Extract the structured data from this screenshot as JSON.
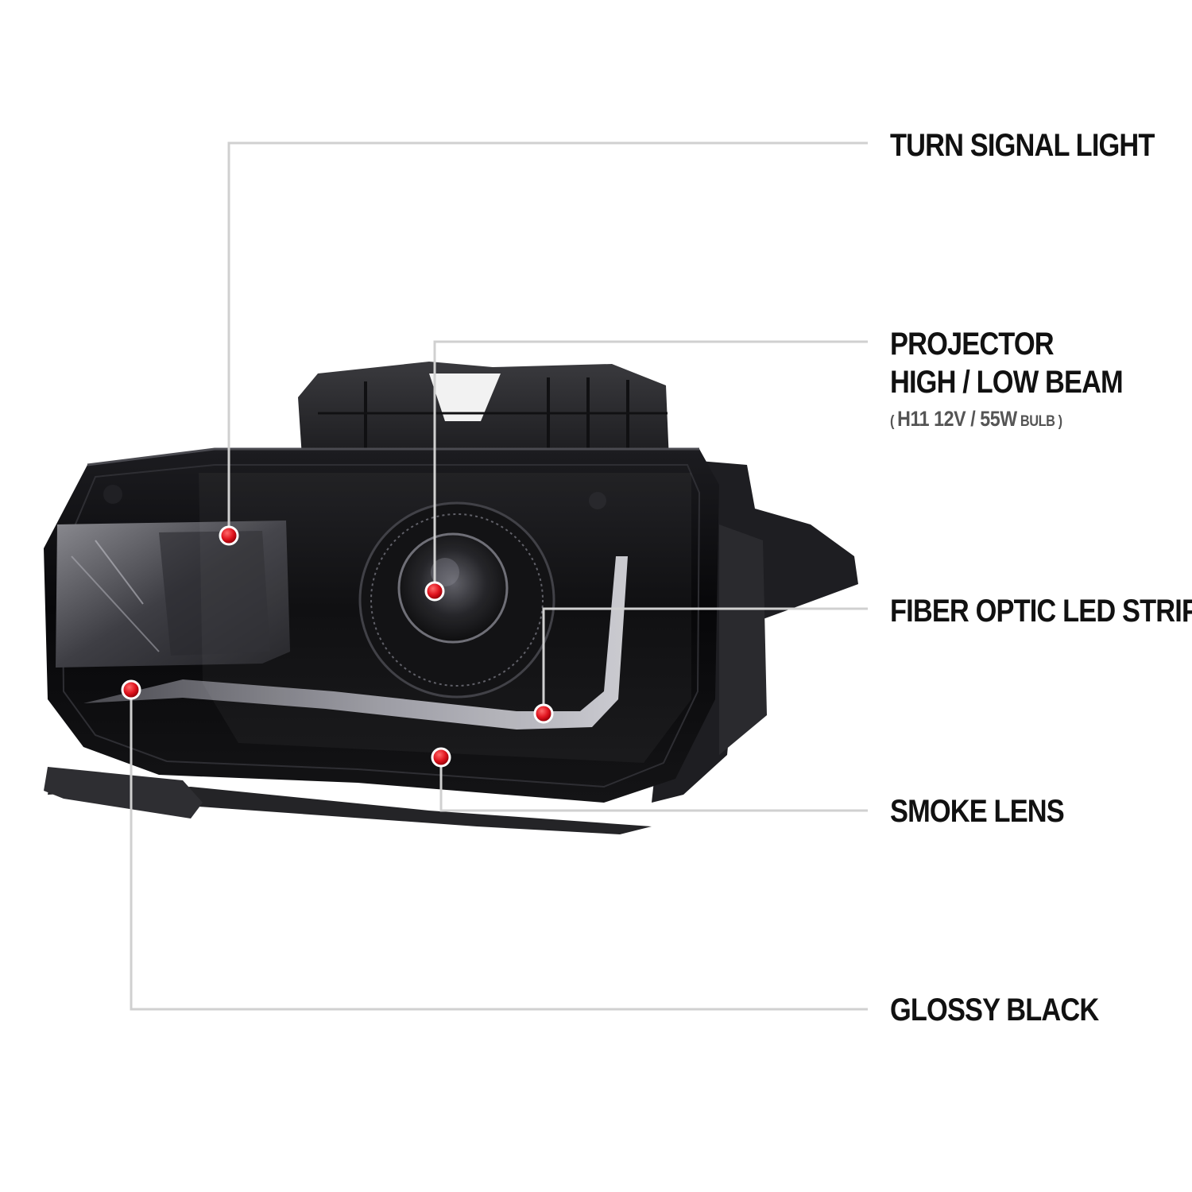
{
  "callouts": {
    "turn_signal": "TURN SIGNAL LIGHT",
    "projector_line1": "PROJECTOR",
    "projector_line2": "HIGH / LOW BEAM",
    "bulb_open": "( ",
    "bulb_spec": "H11  12V / 55W",
    "bulb_word": " BULB",
    "bulb_close": " )",
    "fiber_optic": "FIBER OPTIC LED STRIP",
    "smoke_lens": "SMOKE LENS",
    "glossy_black": "GLOSSY BLACK"
  },
  "colors": {
    "callout_dot": "#e0141e",
    "leader_line": "#d0d0d0",
    "housing": "#0b0b0d",
    "text": "#111111"
  }
}
